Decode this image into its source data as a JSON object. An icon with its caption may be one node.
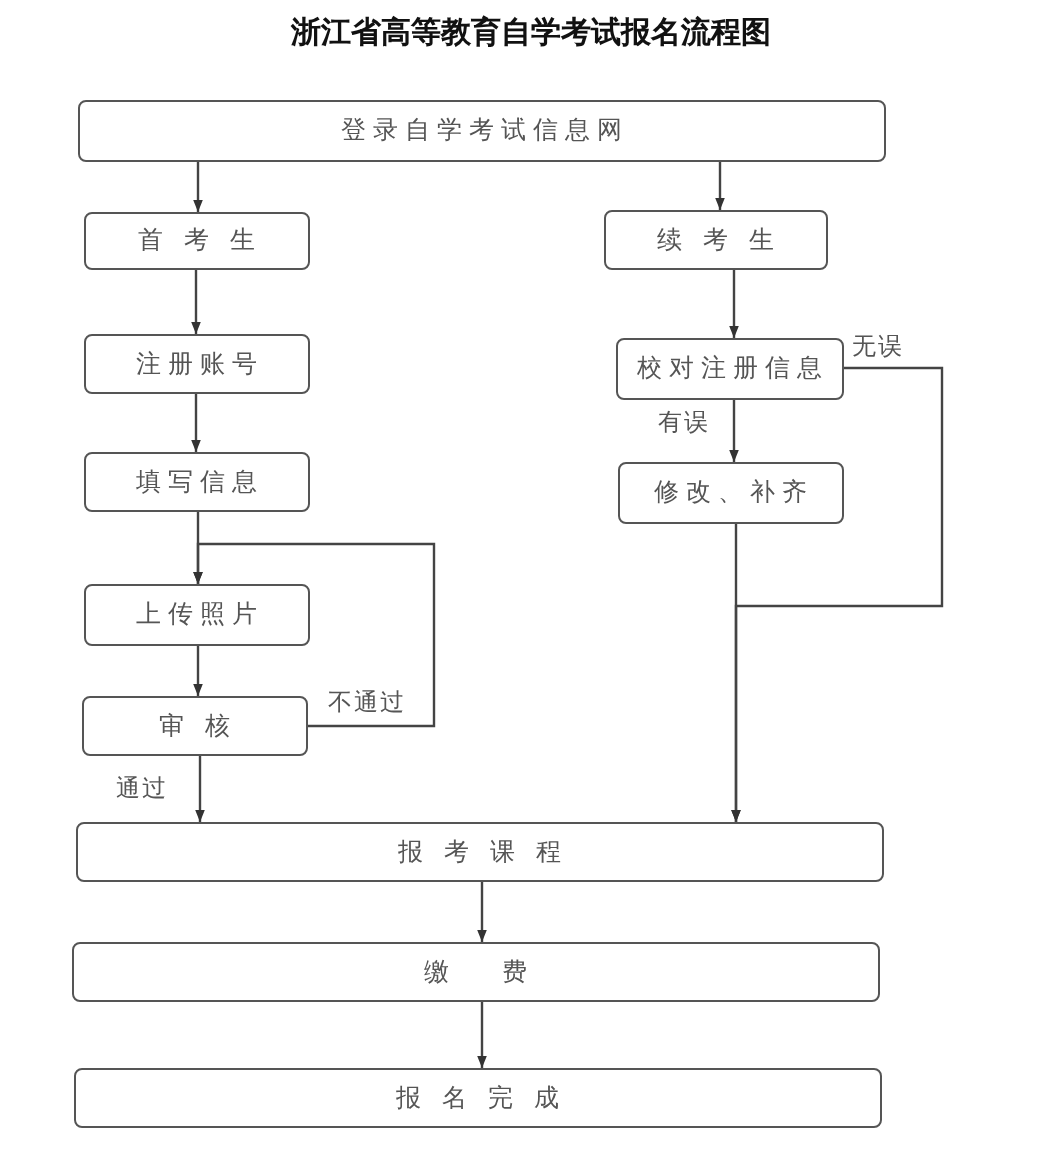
{
  "diagram": {
    "title": "浙江省高等教育自学考试报名流程图",
    "nodes": [
      {
        "text": [
          "登录自学考试信息网"
        ]
      },
      {
        "text": [
          "首 考 生"
        ]
      },
      {
        "text": [
          "续 考 生"
        ]
      },
      {
        "text": [
          "注册账号"
        ]
      },
      {
        "text": [
          "填写信息"
        ]
      },
      {
        "text": [
          "上传照片"
        ]
      },
      {
        "text": [
          "审 核"
        ]
      },
      {
        "text": [
          "校对注册信息"
        ]
      },
      {
        "text": [
          "修改、补齐"
        ]
      },
      {
        "text": [
          "报 考 课 程"
        ]
      },
      {
        "text": [
          "缴 费"
        ]
      },
      {
        "text": [
          "报 名 完 成"
        ]
      }
    ],
    "edges": [
      {
        "from": 0,
        "to": 1,
        "arrow": "to"
      },
      {
        "from": 0,
        "to": 2,
        "arrow": "to"
      },
      {
        "from": 1,
        "to": 3,
        "arrow": "to"
      },
      {
        "from": 3,
        "to": 4,
        "arrow": "to"
      },
      {
        "from": 4,
        "to": 5,
        "arrow": "to"
      },
      {
        "from": 5,
        "to": 6,
        "arrow": "to"
      },
      {
        "from": 6,
        "to": 5,
        "label": "不通过",
        "arrow": "to"
      },
      {
        "from": 6,
        "to": 9,
        "label": "通过",
        "arrow": "to"
      },
      {
        "from": 2,
        "to": 7,
        "arrow": "to"
      },
      {
        "from": 7,
        "to": 8,
        "label": "有误",
        "arrow": "to"
      },
      {
        "from": 7,
        "to": 9,
        "label": "无误",
        "arrow": "to"
      },
      {
        "from": 8,
        "to": 9,
        "arrow": "to"
      },
      {
        "from": 9,
        "to": 10,
        "arrow": "to"
      },
      {
        "from": 10,
        "to": 11,
        "arrow": "to"
      }
    ]
  }
}
